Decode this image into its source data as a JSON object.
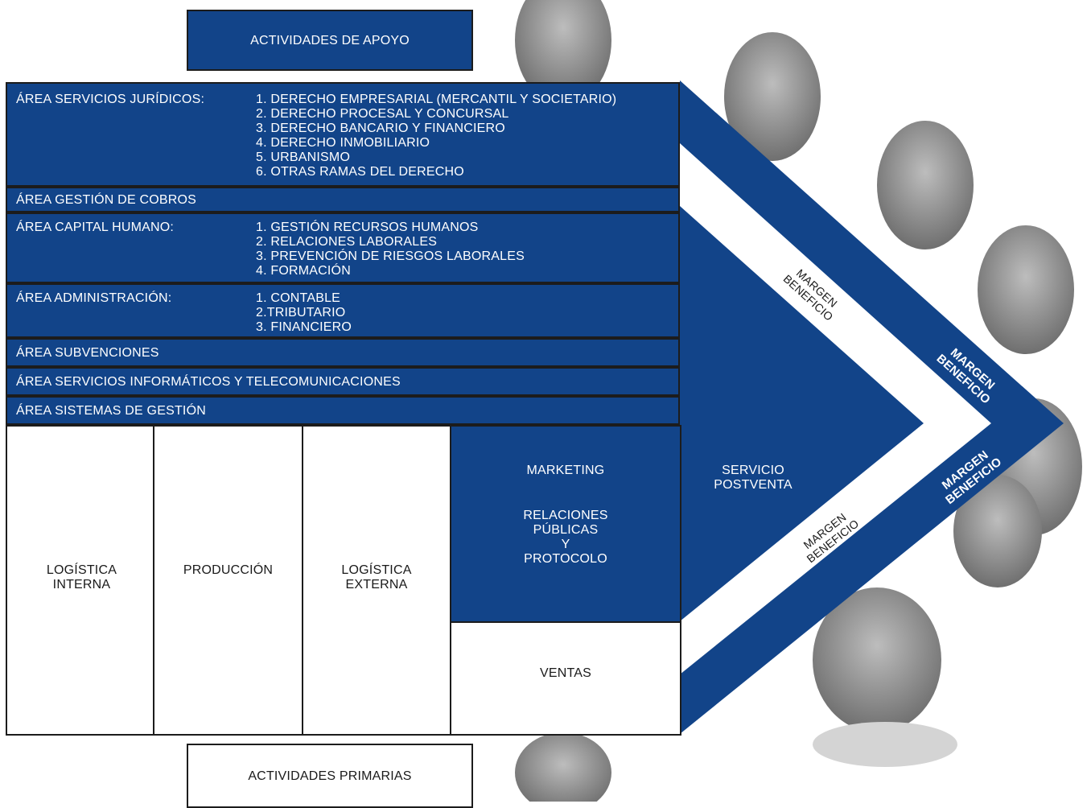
{
  "support_header": "ACTIVIDADES DE APOYO",
  "primary_footer": "ACTIVIDADES PRIMARIAS",
  "support_rows": [
    {
      "label": "ÁREA SERVICIOS JURÍDICOS:",
      "items": [
        "1. DERECHO EMPRESARIAL (MERCANTIL Y SOCIETARIO)",
        "2. DERECHO PROCESAL Y CONCURSAL",
        "3. DERECHO BANCARIO Y FINANCIERO",
        "4. DERECHO INMOBILIARIO",
        "5. URBANISMO",
        "6. OTRAS RAMAS DEL DERECHO"
      ]
    },
    {
      "label": "ÁREA GESTIÓN DE COBROS",
      "items": []
    },
    {
      "label": "ÁREA CAPITAL HUMANO:",
      "items": [
        "1. GESTIÓN RECURSOS HUMANOS",
        "2. RELACIONES LABORALES",
        "3. PREVENCIÓN DE RIESGOS LABORALES",
        "4. FORMACIÓN"
      ]
    },
    {
      "label": "ÁREA ADMINISTRACIÓN:",
      "items": [
        "1. CONTABLE",
        "2.TRIBUTARIO",
        "3. FINANCIERO"
      ]
    },
    {
      "label": "ÁREA SUBVENCIONES",
      "items": []
    },
    {
      "label": "ÁREA SERVICIOS INFORMÁTICOS Y TELECOMUNICACIONES",
      "items": []
    },
    {
      "label": "ÁREA SISTEMAS DE GESTIÓN",
      "items": []
    }
  ],
  "primary": {
    "logistica_interna": [
      "LOGÍSTICA",
      "INTERNA"
    ],
    "produccion": [
      "PRODUCCIÓN"
    ],
    "logistica_externa": [
      "LOGÍSTICA",
      "EXTERNA"
    ],
    "marketing": [
      "MARKETING"
    ],
    "relaciones": [
      "RELACIONES",
      "PÚBLICAS",
      "Y",
      "PROTOCOLO"
    ],
    "ventas": [
      "VENTAS"
    ],
    "postventa": [
      "SERVICIO",
      "POSTVENTA"
    ]
  },
  "margins": {
    "inner_upper": [
      "MARGEN",
      "BENEFICIO"
    ],
    "inner_lower": [
      "MARGEN",
      "BENEFICIO"
    ],
    "outer_upper": [
      "MARGEN",
      "BENEFICIO"
    ],
    "outer_lower": [
      "MARGEN",
      "BENEFICIO"
    ]
  },
  "colors": {
    "navy": "#124489",
    "border": "#1c1c1c",
    "photo_bg": "#ececec"
  }
}
